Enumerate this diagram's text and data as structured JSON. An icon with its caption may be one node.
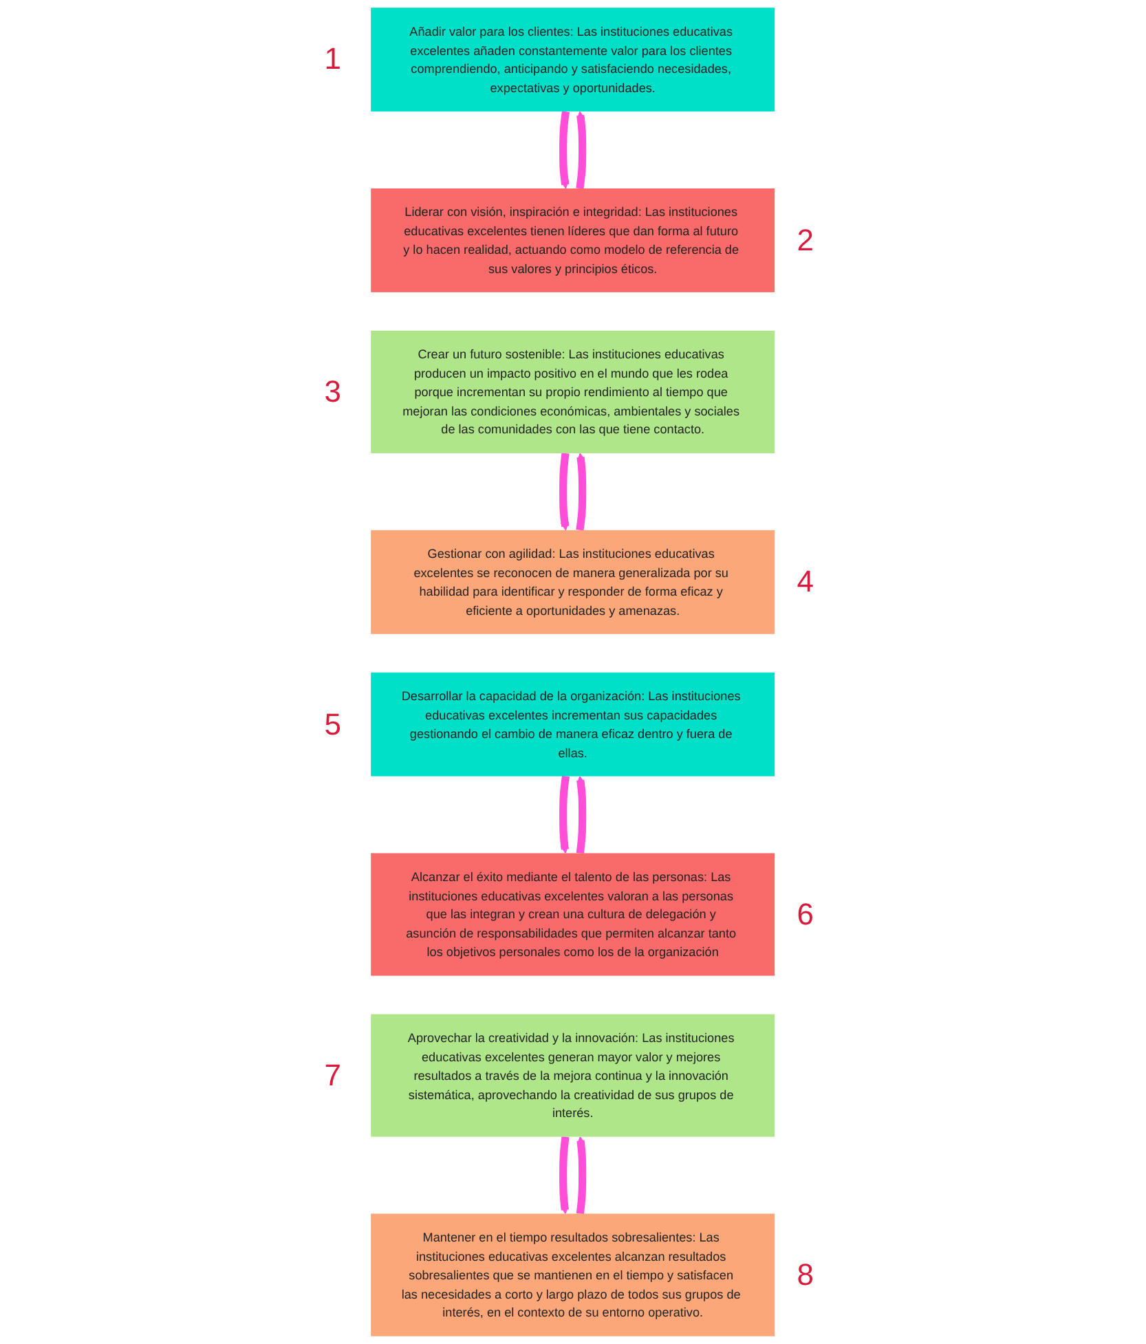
{
  "diagram": {
    "nodes": [
      {
        "text": [
          "Añadir valor para los clientes: Las instituciones educativas excelentes añaden constantemente valor para los clientes comprendiendo, anticipando y satisfaciendo necesidades, expectativas y oportunidades."
        ],
        "beside": [
          "1"
        ]
      },
      {
        "text": [
          "Liderar con visión, inspiración e integridad: Las instituciones educativas excelentes tienen líderes que dan forma al futuro y lo hacen realidad, actuando como modelo de referencia de sus valores y principios éticos."
        ],
        "beside": [
          "2"
        ]
      },
      {
        "text": [
          "Crear un futuro sostenible: Las instituciones educativas producen un impacto positivo en el mundo que les rodea porque incrementan su propio rendimiento al tiempo que mejoran las condiciones económicas, ambientales y sociales de las comunidades con las que tiene contacto."
        ],
        "beside": [
          "3"
        ]
      },
      {
        "text": [
          "Gestionar con agilidad: Las instituciones educativas excelentes se reconocen de manera generalizada por su habilidad para identificar y responder de forma eficaz y eficiente a oportunidades y amenazas."
        ],
        "beside": [
          "4"
        ]
      },
      {
        "text": [
          "Desarrollar la capacidad de la organización: Las instituciones educativas excelentes incrementan sus capacidades gestionando el cambio de manera eficaz dentro y fuera de ellas."
        ],
        "beside": [
          "5"
        ]
      },
      {
        "text": [
          "Alcanzar el éxito mediante el talento de las personas: Las instituciones educativas excelentes valoran a las personas que las integran y crean una cultura de delegación y asunción de responsabilidades que permiten alcanzar tanto los objetivos personales como los de la organización"
        ],
        "beside": [
          "6"
        ]
      },
      {
        "text": [
          "Aprovechar la creatividad y la innovación: Las instituciones educativas excelentes generan mayor valor y mejores resultados a través de la mejora continua y la innovación sistemática, aprovechando la creatividad de sus grupos de interés."
        ],
        "beside": [
          "7"
        ]
      },
      {
        "text": [
          "Mantener en el tiempo resultados sobresalientes: Las instituciones educativas excelentes alcanzan resultados sobresalientes que se mantienen en el tiempo y satisfacen las necesidades a corto y largo plazo de todos sus grupos de interés, en el contexto de su entorno operativo."
        ],
        "beside": [
          "8"
        ]
      }
    ],
    "edges": [
      {
        "from": 0,
        "to": 1,
        "arrow": "to"
      },
      {
        "from": 1,
        "to": 0,
        "arrow": "to"
      },
      {
        "from": 2,
        "to": 3,
        "arrow": "to"
      },
      {
        "from": 3,
        "to": 2,
        "arrow": "to"
      },
      {
        "from": 4,
        "to": 5,
        "arrow": "to"
      },
      {
        "from": 5,
        "to": 4,
        "arrow": "to"
      },
      {
        "from": 6,
        "to": 7,
        "arrow": "to"
      },
      {
        "from": 7,
        "to": 6,
        "arrow": "to"
      }
    ]
  }
}
